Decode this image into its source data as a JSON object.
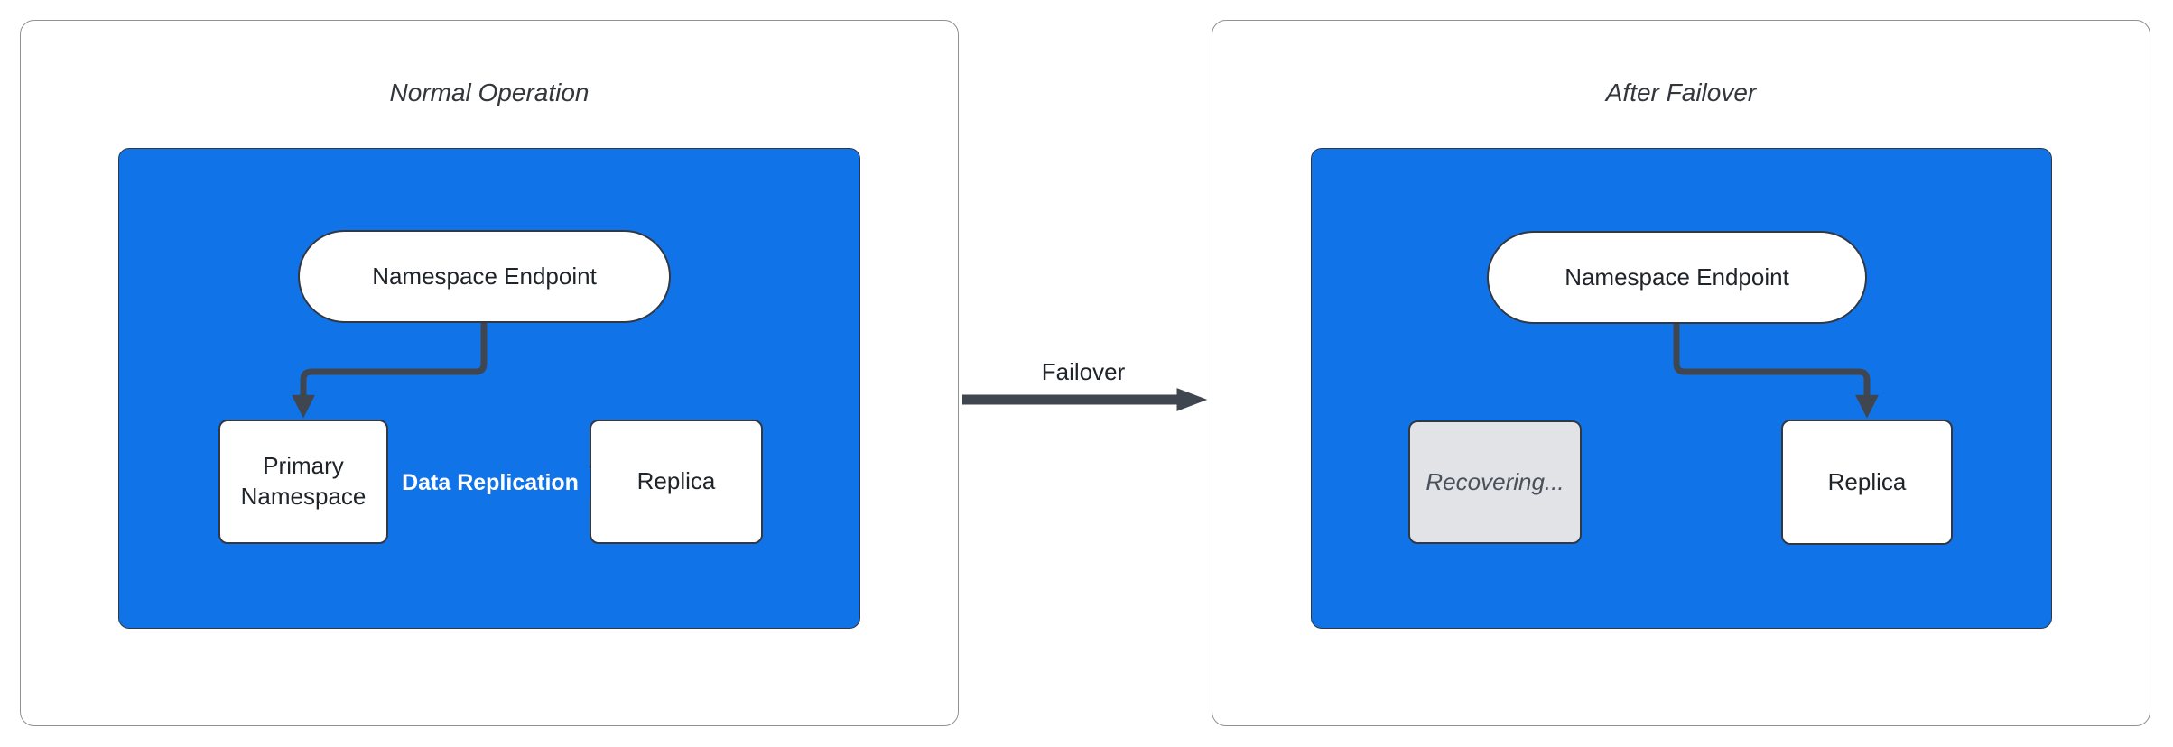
{
  "diagram": {
    "panels": [
      {
        "title": "Normal Operation",
        "nodes": {
          "endpoint": "Namespace Endpoint",
          "primary": "Primary Namespace",
          "replica": "Replica"
        },
        "edge_label": "Data Replication"
      },
      {
        "title": "After Failover",
        "nodes": {
          "endpoint": "Namespace Endpoint",
          "recovering": "Recovering...",
          "replica": "Replica"
        }
      }
    ],
    "transition_label": "Failover",
    "colors": {
      "container_fill": "#1173E8",
      "node_border": "#323842",
      "node_text": "#1F242B",
      "edge": "#404650",
      "title_text": "#33373D",
      "panel_border": "#8E9196",
      "recovering_fill": "#E1E3E7",
      "recovering_text": "#4B515B",
      "edge_label_text": "#FFFFFF"
    }
  }
}
